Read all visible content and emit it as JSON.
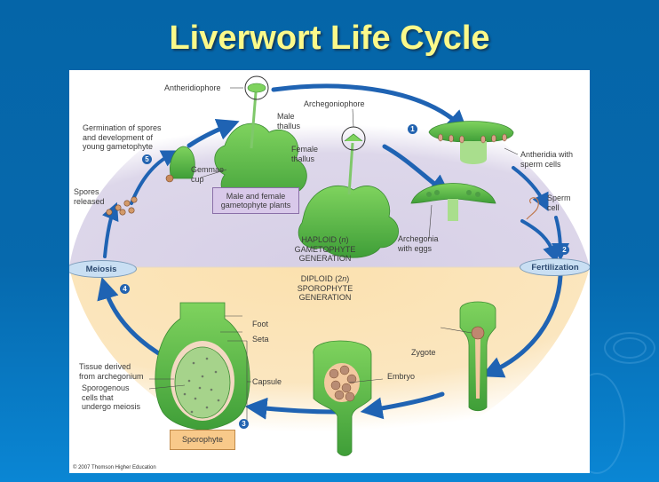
{
  "slide": {
    "title": "Liverwort Life Cycle",
    "colors": {
      "background": "#0669ad",
      "title": "#fbf98a",
      "haploid_region": "#dcd6ea",
      "diploid_region": "#fbe3b4",
      "arrow": "#1f63b3",
      "plant_green": "#5fbf4a",
      "step_badge": "#2263b0"
    }
  },
  "diagram": {
    "haploid": {
      "line1": "HAPLOID (",
      "italic": "n",
      "line1_end": ")",
      "line2": "GAMETOPHYTE",
      "line3": "GENERATION"
    },
    "diploid": {
      "line1": "DIPLOID (2",
      "italic": "n",
      "line1_end": ")",
      "line2": "SPOROPHYTE",
      "line3": "GENERATION"
    },
    "stages": {
      "fertilization": "Fertilization",
      "meiosis": "Meiosis"
    },
    "steps": [
      "1",
      "2",
      "3",
      "4",
      "5"
    ],
    "labels": {
      "antheridiophore": "Antheridiophore",
      "archegoniophore": "Archegoniophore",
      "male_thallus": "Male\nthallus",
      "female_thallus": "Female\nthallus",
      "gemmae_cup": "Gemmae\ncup",
      "germination": "Germination of spores\nand development of\nyoung gametophyte",
      "spores_released": "Spores\nreleased",
      "antheridia": "Antheridia with\nsperm cells",
      "sperm_cell": "Sperm\ncell",
      "archegonia": "Archegonia\nwith eggs",
      "zygote": "Zygote",
      "embryo": "Embryo",
      "foot": "Foot",
      "seta": "Seta",
      "capsule": "Capsule",
      "tissue_derived": "Tissue derived\nfrom archegonium",
      "sporogenous": "Sporogenous\ncells that\nundergo meiosis"
    },
    "boxes": {
      "gametophyte_plants": "Male and female\ngametophyte plants",
      "sporophyte": "Sporophyte"
    },
    "copyright": "© 2007 Thomson Higher Education"
  }
}
